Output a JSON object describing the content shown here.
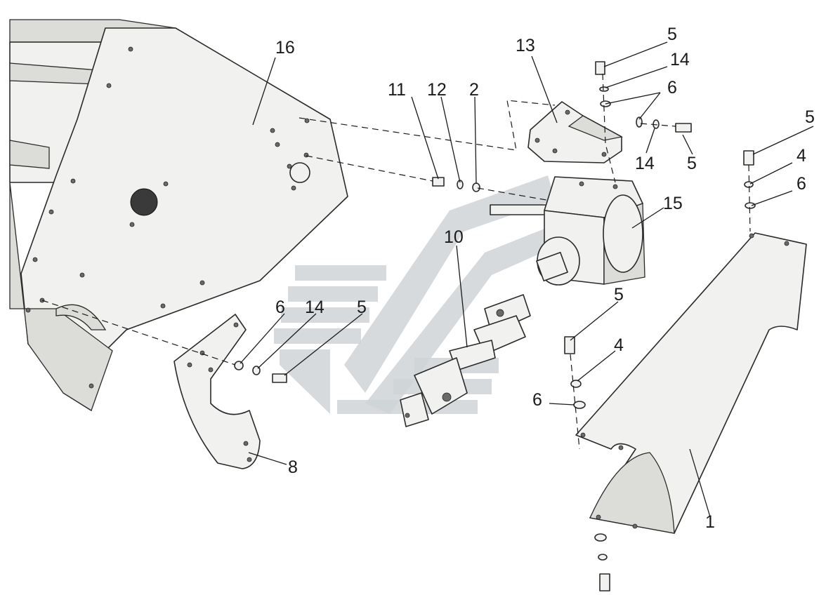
{
  "diagram": {
    "background": "#ffffff",
    "line_color": "#1a1a1a",
    "part_fill": "#f1f1ef",
    "watermark_color": "#cfd4d6",
    "labels": [
      {
        "id": "lbl-16",
        "text": "16"
      },
      {
        "id": "lbl-13",
        "text": "13"
      },
      {
        "id": "lbl-11",
        "text": "11"
      },
      {
        "id": "lbl-12",
        "text": "12"
      },
      {
        "id": "lbl-2",
        "text": "2"
      },
      {
        "id": "lbl-5-top",
        "text": "5"
      },
      {
        "id": "lbl-14-top",
        "text": "14"
      },
      {
        "id": "lbl-6-top",
        "text": "6"
      },
      {
        "id": "lbl-14-mid",
        "text": "14"
      },
      {
        "id": "lbl-5-mid",
        "text": "5"
      },
      {
        "id": "lbl-5-right",
        "text": "5"
      },
      {
        "id": "lbl-4-right",
        "text": "4"
      },
      {
        "id": "lbl-6-right",
        "text": "6"
      },
      {
        "id": "lbl-15",
        "text": "15"
      },
      {
        "id": "lbl-10",
        "text": "10"
      },
      {
        "id": "lbl-6-left",
        "text": "6"
      },
      {
        "id": "lbl-14-left",
        "text": "14"
      },
      {
        "id": "lbl-5-left",
        "text": "5"
      },
      {
        "id": "lbl-5-lower",
        "text": "5"
      },
      {
        "id": "lbl-4-lower",
        "text": "4"
      },
      {
        "id": "lbl-6-lower",
        "text": "6"
      },
      {
        "id": "lbl-8",
        "text": "8"
      },
      {
        "id": "lbl-1",
        "text": "1"
      }
    ]
  }
}
